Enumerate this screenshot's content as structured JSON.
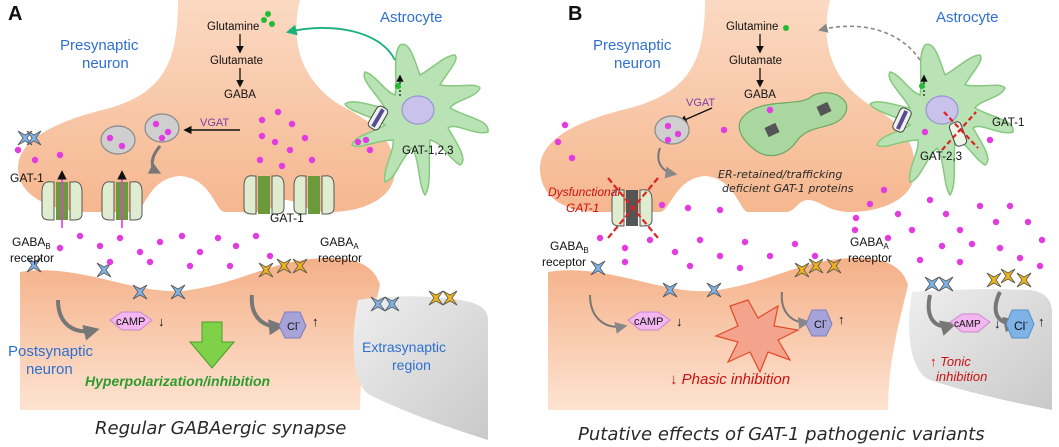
{
  "panel_a": {
    "label": "A",
    "presynaptic": "Presynaptic\nneuron",
    "astrocyte": "Astrocyte",
    "glutamine": "Glutamine",
    "glutamate": "Glutamate",
    "gaba": "GABA",
    "vgat": "VGAT",
    "gat_astro": "GAT-1,2,3",
    "gat1_left": "GAT-1",
    "gat1_right": "GAT-1",
    "gabab": "GABA",
    "gabab_sub": "B",
    "gabab_receptor": "receptor",
    "gabaa": "GABA",
    "gabaa_sub": "A",
    "gabaa_receptor": "receptor",
    "camp": "cAMP",
    "camp_arrow": "↓",
    "cl": "Cl",
    "cl_sup": "-",
    "cl_arrow": "↑",
    "postsynaptic": "Postsynaptic\nneuron",
    "extrasynaptic": "Extrasynaptic\nregion",
    "hyper": "Hyperpolarization/inhibition",
    "caption": "Regular GABAergic synapse"
  },
  "panel_b": {
    "label": "B",
    "presynaptic": "Presynaptic\nneuron",
    "astrocyte": "Astrocyte",
    "glutamine": "Glutamine",
    "glutamate": "Glutamate",
    "gaba": "GABA",
    "vgat": "VGAT",
    "gat_astro": "GAT-2,3",
    "gat1_astro": "GAT-1",
    "er": "ER-retained/trafficking\ndeficient GAT-1 proteins",
    "dysfunctional": "Dysfunctional\nGAT-1",
    "gabab": "GABA",
    "gabab_sub": "B",
    "gabab_receptor": "receptor",
    "gabaa": "GABA",
    "gabaa_sub": "A",
    "gabaa_receptor": "receptor",
    "camp": "cAMP",
    "camp_arrow": "↓",
    "cl": "Cl",
    "cl_sup": "-",
    "cl_arrow": "↑",
    "camp2": "cAMP",
    "cl2": "Cl",
    "phasic": "↓ Phasic inhibition",
    "tonic": "↑ Tonic\ninhibition",
    "caption": "Putative effects of GAT-1 pathogenic variants"
  },
  "colors": {
    "neuron": "#f7c6a4",
    "astrocyte": "#b9e3b4",
    "gaba_dot": "#e23be2",
    "glutamine_dot": "#22bb33",
    "receptor_b": "#7fb3e8",
    "receptor_a": "#f0b419",
    "camp": "#f3b6f0",
    "cl": "#a5a3d8",
    "red": "#dd2222"
  }
}
